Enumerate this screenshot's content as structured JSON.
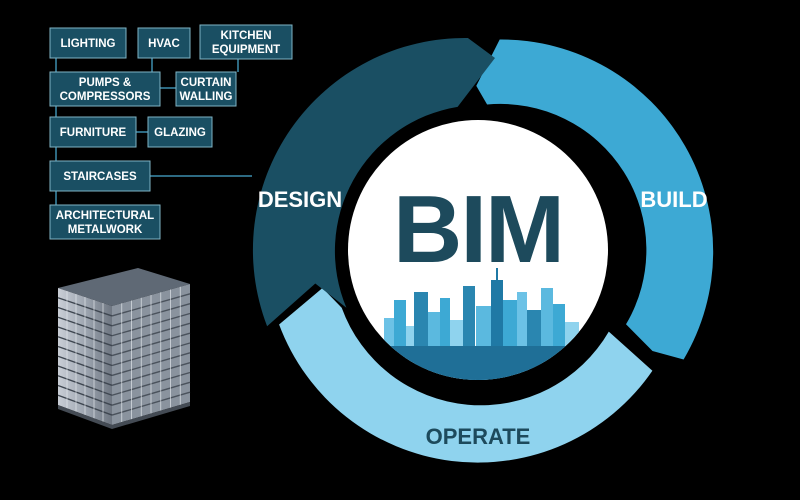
{
  "components": [
    {
      "id": "lighting",
      "lines": [
        "LIGHTING"
      ]
    },
    {
      "id": "hvac",
      "lines": [
        "HVAC"
      ]
    },
    {
      "id": "kitchen-equipment",
      "lines": [
        "KITCHEN",
        "EQUIPMENT"
      ]
    },
    {
      "id": "pumps-compressors",
      "lines": [
        "PUMPS &",
        "COMPRESSORS"
      ]
    },
    {
      "id": "curtain-walling",
      "lines": [
        "CURTAIN",
        "WALLING"
      ]
    },
    {
      "id": "furniture",
      "lines": [
        "FURNITURE"
      ]
    },
    {
      "id": "glazing",
      "lines": [
        "GLAZING"
      ]
    },
    {
      "id": "staircases",
      "lines": [
        "STAIRCASES"
      ]
    },
    {
      "id": "architectural-metalwork",
      "lines": [
        "ARCHITECTURAL",
        "METALWORK"
      ]
    }
  ],
  "cycle": {
    "center": "BIM",
    "phases": [
      {
        "id": "design",
        "label": "DESIGN"
      },
      {
        "id": "build",
        "label": "BUILD"
      },
      {
        "id": "operate",
        "label": "OPERATE"
      }
    ]
  },
  "colors": {
    "box": "#1a4f63",
    "box_border": "#7fb3c4",
    "connector": "#2d6a82",
    "design": "#1a4f63",
    "build": "#3da9d4",
    "operate": "#8fd3ee",
    "center_fill": "#ffffff",
    "bim_text": "#1d4a5c",
    "phase_text_light": "#ffffff",
    "phase_text_dark": "#1d4a5c",
    "skyline": "#3da9d4"
  },
  "icons": [
    "building-illustration",
    "city-skyline-icon"
  ]
}
